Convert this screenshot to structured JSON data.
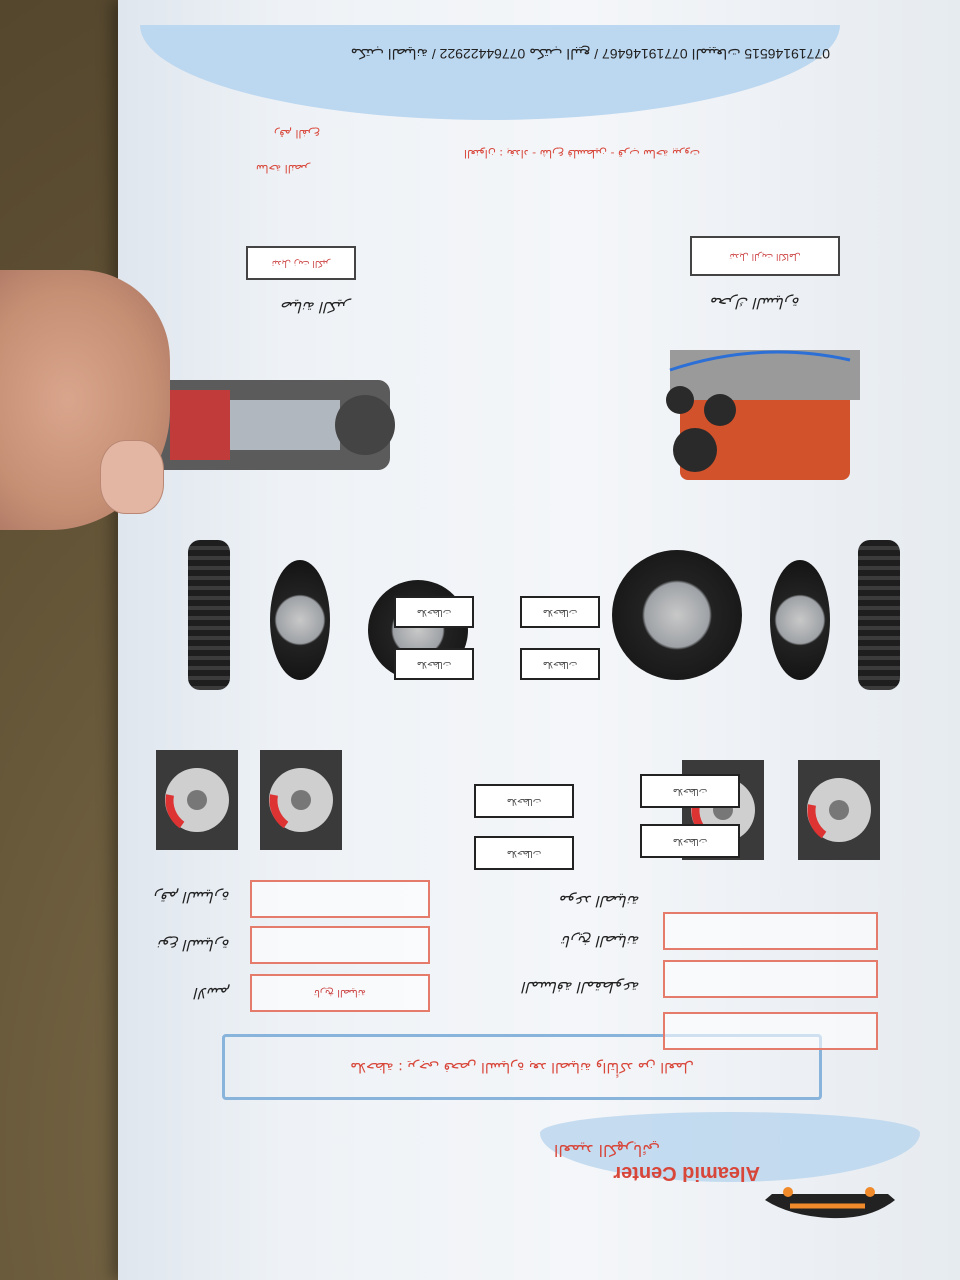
{
  "brand": {
    "name": "Aleamid Center",
    "arabic_name": "العميد الكهربائي"
  },
  "notes_text": "ملاحظة : يرجى فحص السيارة بعد الصيانة والتأكد من العمل",
  "fields": [
    {
      "label": "المسافة المقطوعة",
      "value": ""
    },
    {
      "label": "تاريخ الصيانة",
      "value": ""
    },
    {
      "label": "موعد الصيانة",
      "value": ""
    },
    {
      "label": "الاسم",
      "value": "تاريخ الصيانة"
    },
    {
      "label": "نوع السيارة",
      "value": ""
    },
    {
      "label": "رقم السيارة",
      "value": ""
    }
  ],
  "small_labels": [
    "ملاحظات",
    "ملاحظات",
    "ملاحظات",
    "ملاحظات",
    "ملاحظات",
    "ملاحظات",
    "ملاحظات",
    "ملاحظات"
  ],
  "engine_label": "محرك السيارة",
  "engine_box": "تبديل الزيت الكامل",
  "gearbox_label": "صيانة الكير",
  "gearbox_box": "تبديل زيت الكير",
  "contact": "07719146515 مكتب الصيانة / 07764422922 مكتب البيع / 07719146467 المبيعات",
  "footer_lines": [
    "العنوان : بغداد - شارع فلسطين - قرب ساحة بيروت",
    "رقم الفرع",
    "ساحة النصر"
  ],
  "colors": {
    "accent_red": "#d8463a",
    "accent_blue": "#88b3db",
    "paper": "#f4f6f9"
  }
}
